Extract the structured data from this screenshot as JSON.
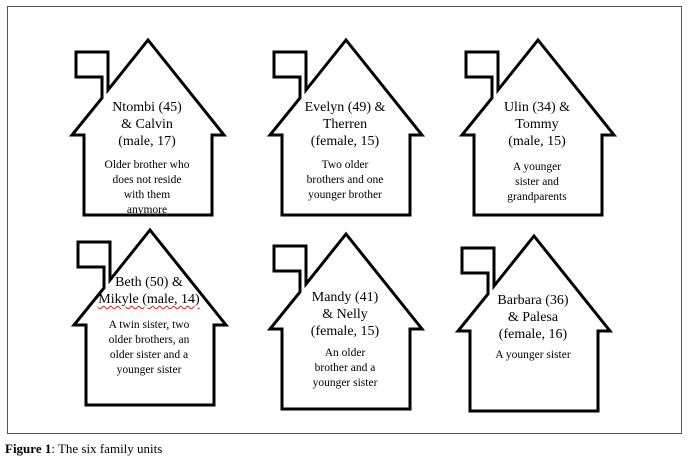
{
  "houses": [
    {
      "name_lines": [
        "Ntombi (45)",
        "& Calvin",
        "(male, 17)"
      ],
      "desc_lines": [
        "Older brother who",
        "does not reside",
        "with them",
        "anymore"
      ]
    },
    {
      "name_lines": [
        "Evelyn (49) &",
        "Therren",
        "(female, 15)"
      ],
      "desc_lines": [
        "Two older",
        "brothers and one",
        "younger brother"
      ]
    },
    {
      "name_lines": [
        "Ulin (34) &",
        "Tommy",
        "(male, 15)"
      ],
      "desc_lines": [
        "A younger",
        "sister and",
        "grandparents"
      ]
    },
    {
      "name_lines": [
        "Beth (50) &",
        "Mikyle (male, 14)"
      ],
      "desc_lines": [
        "A twin sister, two",
        "older brothers, an",
        "older sister and a",
        "younger sister"
      ]
    },
    {
      "name_lines": [
        "Mandy (41)",
        "& Nelly",
        "(female, 15)"
      ],
      "desc_lines": [
        "An older",
        "brother and a",
        "younger sister"
      ]
    },
    {
      "name_lines": [
        "Barbara (36)",
        "& Palesa",
        "(female, 16)"
      ],
      "desc_lines": [
        "A younger sister"
      ]
    }
  ],
  "caption": {
    "label": "Figure 1",
    "text": ": The six family units"
  }
}
